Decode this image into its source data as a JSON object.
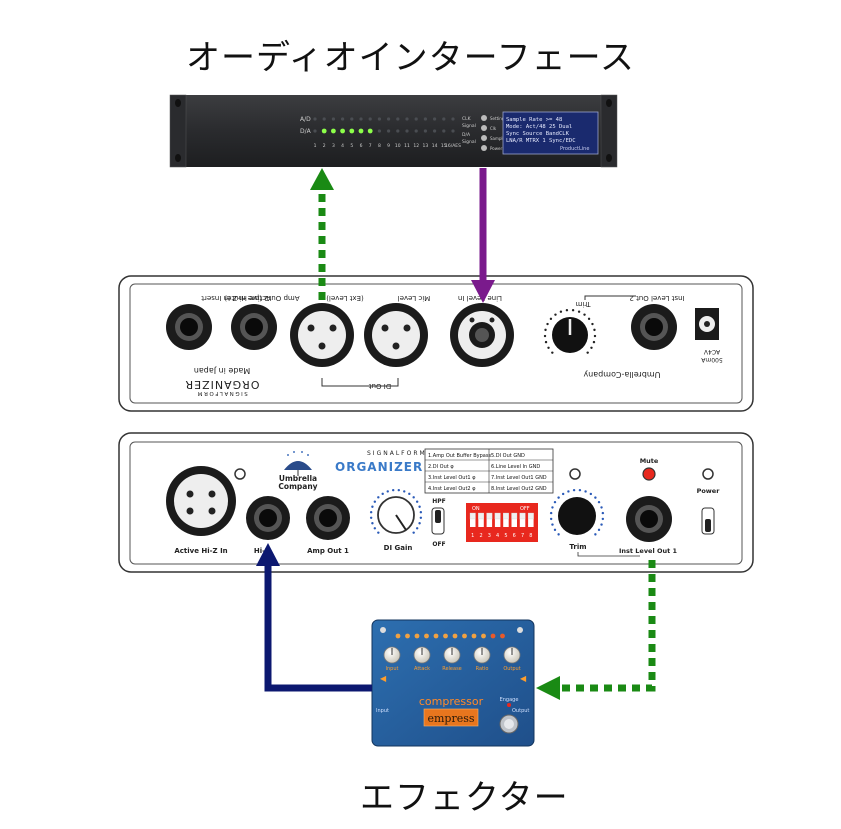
{
  "titles": {
    "top": "オーディオインターフェース",
    "bottom": "エフェクター"
  },
  "audio_interface": {
    "row_labels": [
      "A/D",
      "D/A"
    ],
    "channel_numbers": [
      "1",
      "2",
      "3",
      "4",
      "5",
      "6",
      "7",
      "8",
      "9",
      "10",
      "11",
      "12",
      "13",
      "14",
      "15",
      "16/AES"
    ],
    "side_labels": [
      "CLK",
      "Signal",
      "D/A",
      "Signal"
    ],
    "buttons": [
      "Settings",
      "Clk",
      "Sample Rate",
      "Power"
    ],
    "display_lines": [
      "Sample Rate >=   48",
      "Mode: Act/48   25 Dual",
      "Sync Source    BandCLK",
      "LNA/R MTRX   1 Sync/EDC"
    ],
    "display_footer": "ProductLine"
  },
  "organizer_rear": {
    "jacks": [
      "Active Hi-Z In Insert",
      "Amp Out2 (pre mute)",
      "(Ext Level)",
      "Mic Level",
      "Line Level In",
      "Inst Level Out 2"
    ],
    "trim_label": "Trim",
    "di_out_label": "DI Out",
    "brand_top": "SIGNALFORM",
    "brand_name": "ORGANIZER",
    "made_in": "Made in Japan",
    "company": "Umbrella-Company",
    "power_spec": [
      "AC4V",
      "500mA"
    ]
  },
  "organizer_front": {
    "brand_small": "SIGNALFORM",
    "brand_name": "ORGANIZER",
    "logo_text": [
      "Umbrella",
      "Company"
    ],
    "table_rows": [
      [
        "1.Amp Out Buffer Bypass",
        "5.DI Out GND"
      ],
      [
        "2.DI Out φ",
        "6.Line Level In GND"
      ],
      [
        "3.Inst Level Out1 φ",
        "7.Inst Level Out1 GND"
      ],
      [
        "4.Inst Level Out2 φ",
        "8.Inst Level Out2 GND"
      ]
    ],
    "dip_on": "ON",
    "dip_off": "OFF",
    "dip_numbers": [
      "1",
      "2",
      "3",
      "4",
      "5",
      "6",
      "7",
      "8"
    ],
    "labels": {
      "active_hiz": "Active Hi-Z In",
      "hi_z": "Hi-Z",
      "amp_out": "Amp Out 1",
      "di_gain": "DI Gain",
      "hpf": "HPF",
      "hpf_off": "OFF",
      "trim": "Trim",
      "inst_out": "Inst Level Out 1",
      "mute": "Mute",
      "power": "Power"
    }
  },
  "effector": {
    "knob_labels": [
      "Input",
      "Attack",
      "Release",
      "Ratio",
      "Output"
    ],
    "title": "compressor",
    "brand": "empress",
    "side_labels": [
      "Input",
      "Output"
    ],
    "footswitch_label": "Engage"
  },
  "connections": {
    "colors": {
      "green": "#1a8a14",
      "purple": "#7a1a8c",
      "navy": "#0c1870"
    },
    "styles": {
      "green": "dotted",
      "purple": "solid",
      "navy": "solid"
    }
  }
}
